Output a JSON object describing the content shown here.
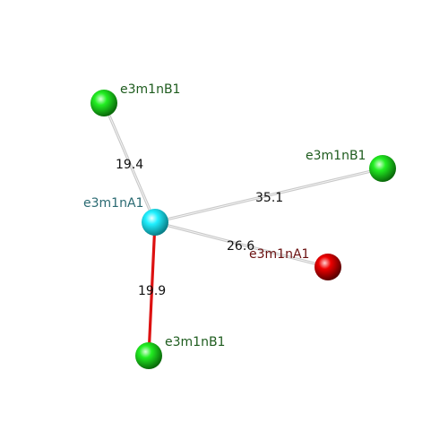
{
  "colors": {
    "background": "#ffffff",
    "bond_default": "#c8c8c8",
    "bond_highlight": "#dd1111",
    "node_center": "#00e5f0",
    "node_green": "#22ee22",
    "node_red": "#ee0000",
    "label_cyan_dark": "#2a6a72",
    "label_green_dark": "#1e5c1e",
    "label_red_dark": "#6a1010"
  },
  "nodes": {
    "center": {
      "label": "e3m1nA1",
      "color_role": "cyan"
    },
    "top_left": {
      "label": "e3m1nB1",
      "color_role": "green"
    },
    "right": {
      "label": "e3m1nB1",
      "color_role": "green"
    },
    "bottom": {
      "label": "e3m1nB1",
      "color_role": "green"
    },
    "red": {
      "label": "e3m1nA1",
      "color_role": "red"
    }
  },
  "edges": {
    "to_top_left": {
      "distance": "19.4",
      "highlighted": false
    },
    "to_right": {
      "distance": "35.1",
      "highlighted": false
    },
    "to_red": {
      "distance": "26.6",
      "highlighted": false
    },
    "to_bottom": {
      "distance": "19.9",
      "highlighted": true
    }
  }
}
